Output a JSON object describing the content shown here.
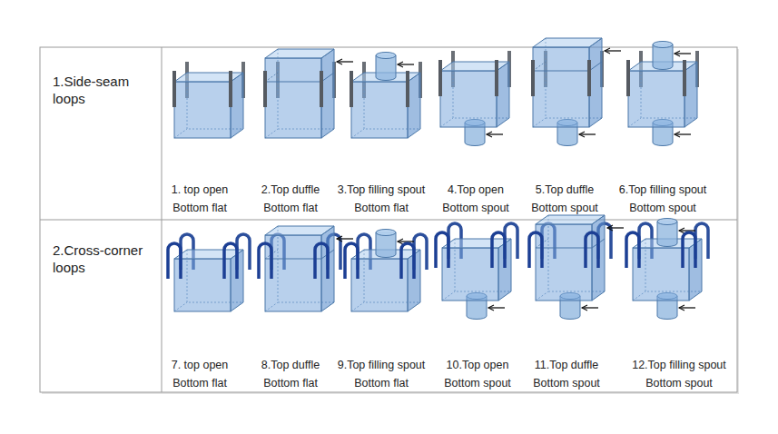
{
  "diagram": {
    "labels": [
      "1.Side-seam loops",
      "1. top open Bottom flat",
      "2.Top duffle Bottom flat",
      "3.Top filling spout Bottom flat",
      "4.Top open Bottom spout",
      "5.Top duffle Bottom spout",
      "6.Top filling spout Bottom spout",
      "2.Cross-corner loops",
      "7. top open Bottom flat",
      "8.Top duffle Bottom flat",
      "9.Top filling spout Bottom flat",
      "10.Top open Bottom spout",
      "11.Top duffle Bottom spout",
      "12.Top filling spout Bottom spout"
    ]
  }
}
